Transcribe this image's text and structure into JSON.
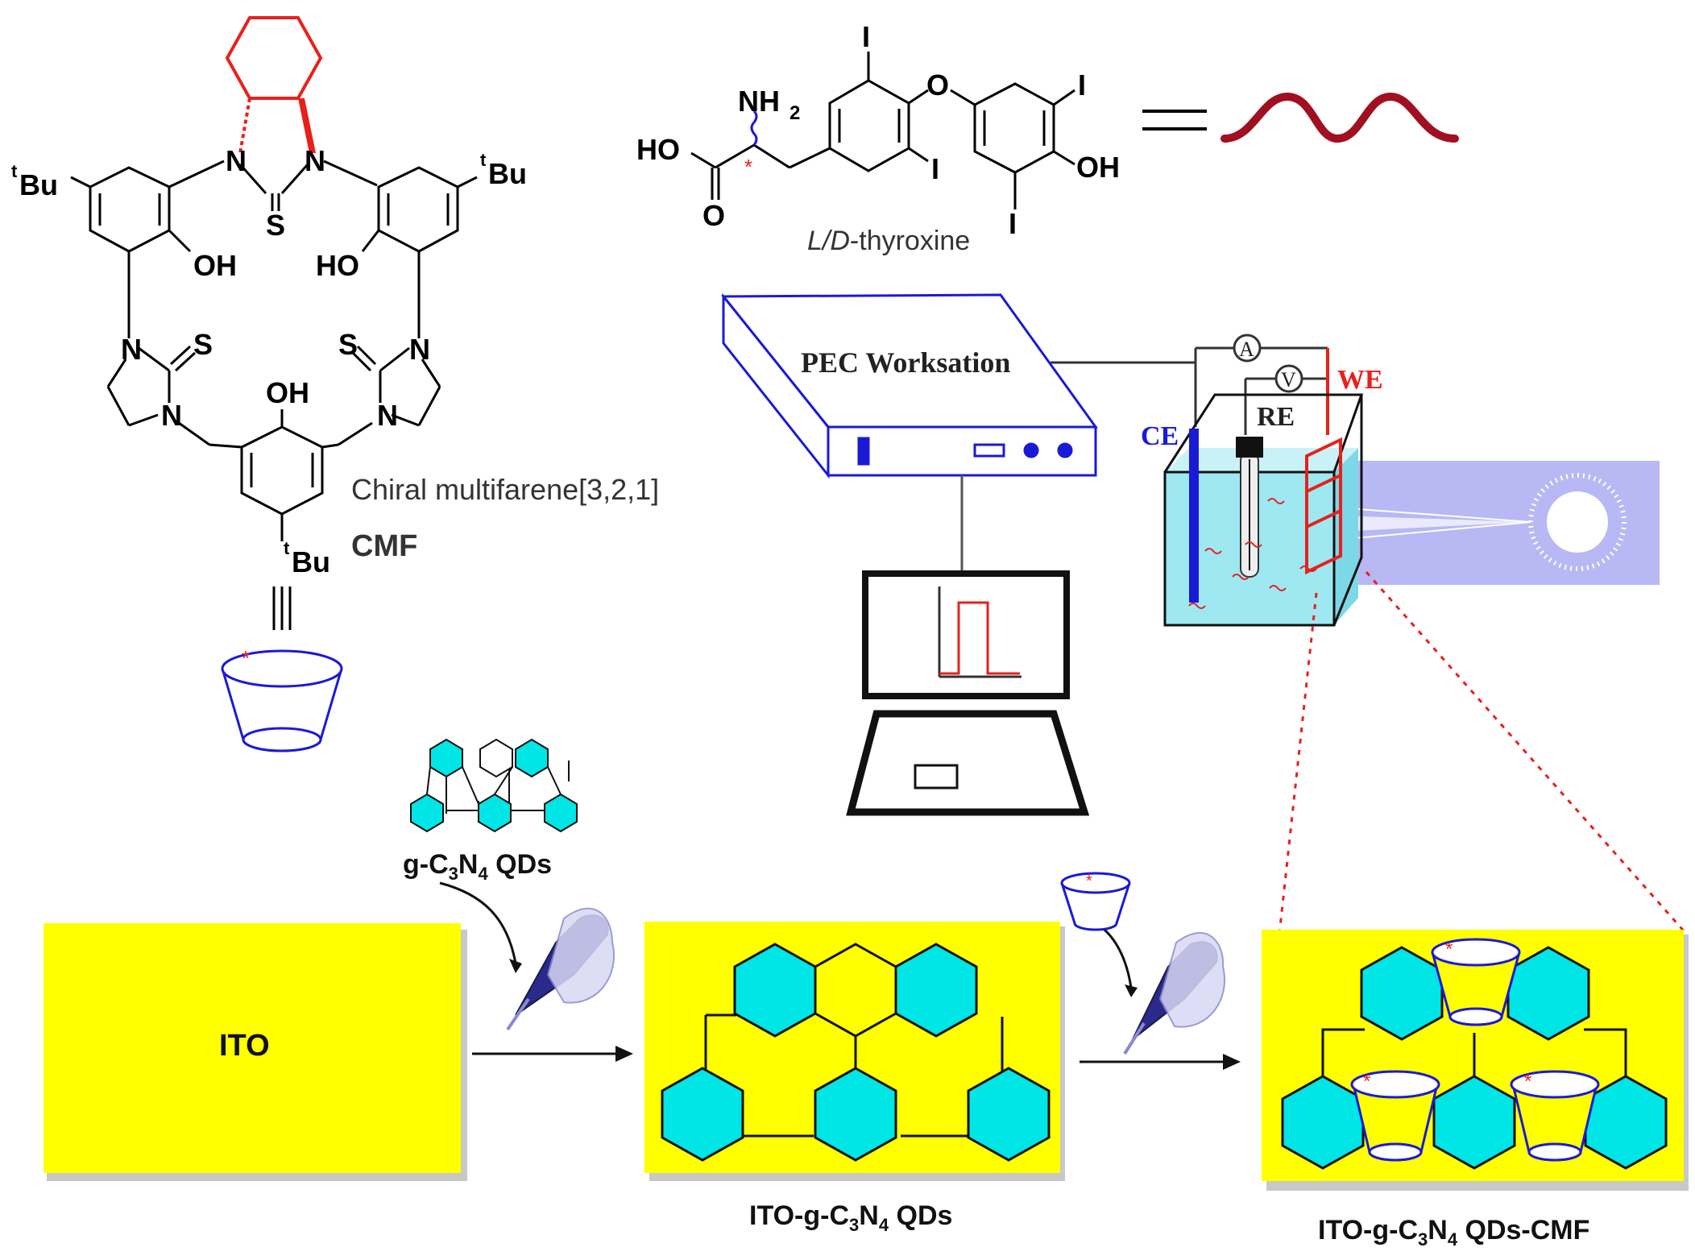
{
  "molecule": {
    "tBu_label": "tBu",
    "t_super": "t",
    "bu": "Bu",
    "n": "N",
    "s": "S",
    "oh": "OH",
    "ho": "HO",
    "chiral_name": "Chiral multifarene[3,2,1]",
    "abbrev": "CMF"
  },
  "thyroxine": {
    "nh2": "NH",
    "two": "2",
    "ho": "HO",
    "o": "O",
    "i": "I",
    "oh": "OH",
    "italic_part": "L/D",
    "suffix": "-thyroxine",
    "equals": "="
  },
  "apparatus": {
    "workstation_label": "PEC Worksation",
    "ammeter": "A",
    "voltmeter": "V",
    "we": "WE",
    "re": "RE",
    "ce": "CE"
  },
  "steps": {
    "qd_label_pre": "g-C",
    "qd_sub3": "3",
    "qd_mid": "N",
    "qd_sub4": "4",
    "qd_post": " QDs",
    "ito": "ITO",
    "ito_qd_pre": "ITO-g-C",
    "ito_qd_post": " QDs",
    "ito_qd_cmf_post": " QDs-CMF"
  },
  "colors": {
    "ito_yellow": "#ffff00",
    "hexagon_cyan": "#00e5e5",
    "red": "#e8201c",
    "blue": "#1a1ad6",
    "wave": "#a01020",
    "cell_water": "#9ee8f2",
    "light_beam": "#b8b8f4"
  }
}
